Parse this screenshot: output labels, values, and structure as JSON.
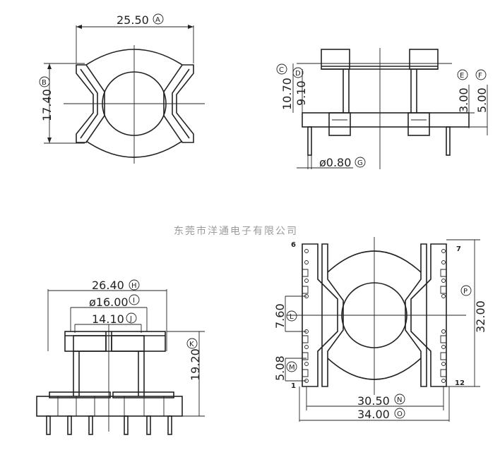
{
  "watermark": "东莞市洋通电子有限公司",
  "top_left": {
    "width": "25.50",
    "width_tag": "A",
    "height": "17.40",
    "height_tag": "B"
  },
  "top_right": {
    "h1": "10.70",
    "h1_tag": "C",
    "h2": "9.10",
    "h2_tag": "D",
    "h3": "3.00",
    "h3_tag": "E",
    "h4": "5.00",
    "h4_tag": "F",
    "pin": "ø0.80",
    "pin_tag": "G"
  },
  "bottom_left": {
    "w1": "26.40",
    "w1_tag": "H",
    "w2": "ø16.00",
    "w2_tag": "I",
    "w3": "14.10",
    "w3_tag": "J",
    "h": "19.20",
    "h_tag": "K"
  },
  "bottom_right": {
    "pitch": "7.60",
    "pitch_tag": "L",
    "pitch2": "5.08",
    "pitch2_tag": "M",
    "row": "30.50",
    "row_tag": "N",
    "overall": "34.00",
    "overall_tag": "O",
    "height": "32.00",
    "height_tag": "P",
    "pin_labels": {
      "p6": "6",
      "p7": "7",
      "p1": "1",
      "p12": "12"
    }
  }
}
